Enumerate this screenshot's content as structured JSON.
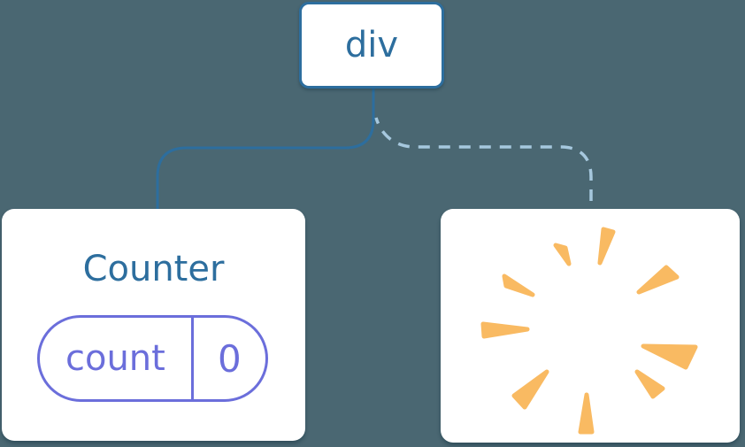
{
  "canvas": {
    "background_color": "#4A6772",
    "description": "Component tree diagram: div root with one kept component and one removed component"
  },
  "colors": {
    "node_border_blue": "#2D6E9E",
    "solid_connector_blue": "#2D6E9E",
    "dashed_connector_blue": "#A6C8DE",
    "state_pill_indigo": "#6B6EDB",
    "poof_orange": "#F9BA62",
    "card_background": "#FFFFFF"
  },
  "tree": {
    "root": {
      "label": "div"
    },
    "children": [
      {
        "title": "Counter",
        "connector": "solid",
        "state": {
          "key": "count",
          "value": "0"
        }
      },
      {
        "title": "",
        "connector": "dashed",
        "icon": "poof-icon"
      }
    ]
  }
}
